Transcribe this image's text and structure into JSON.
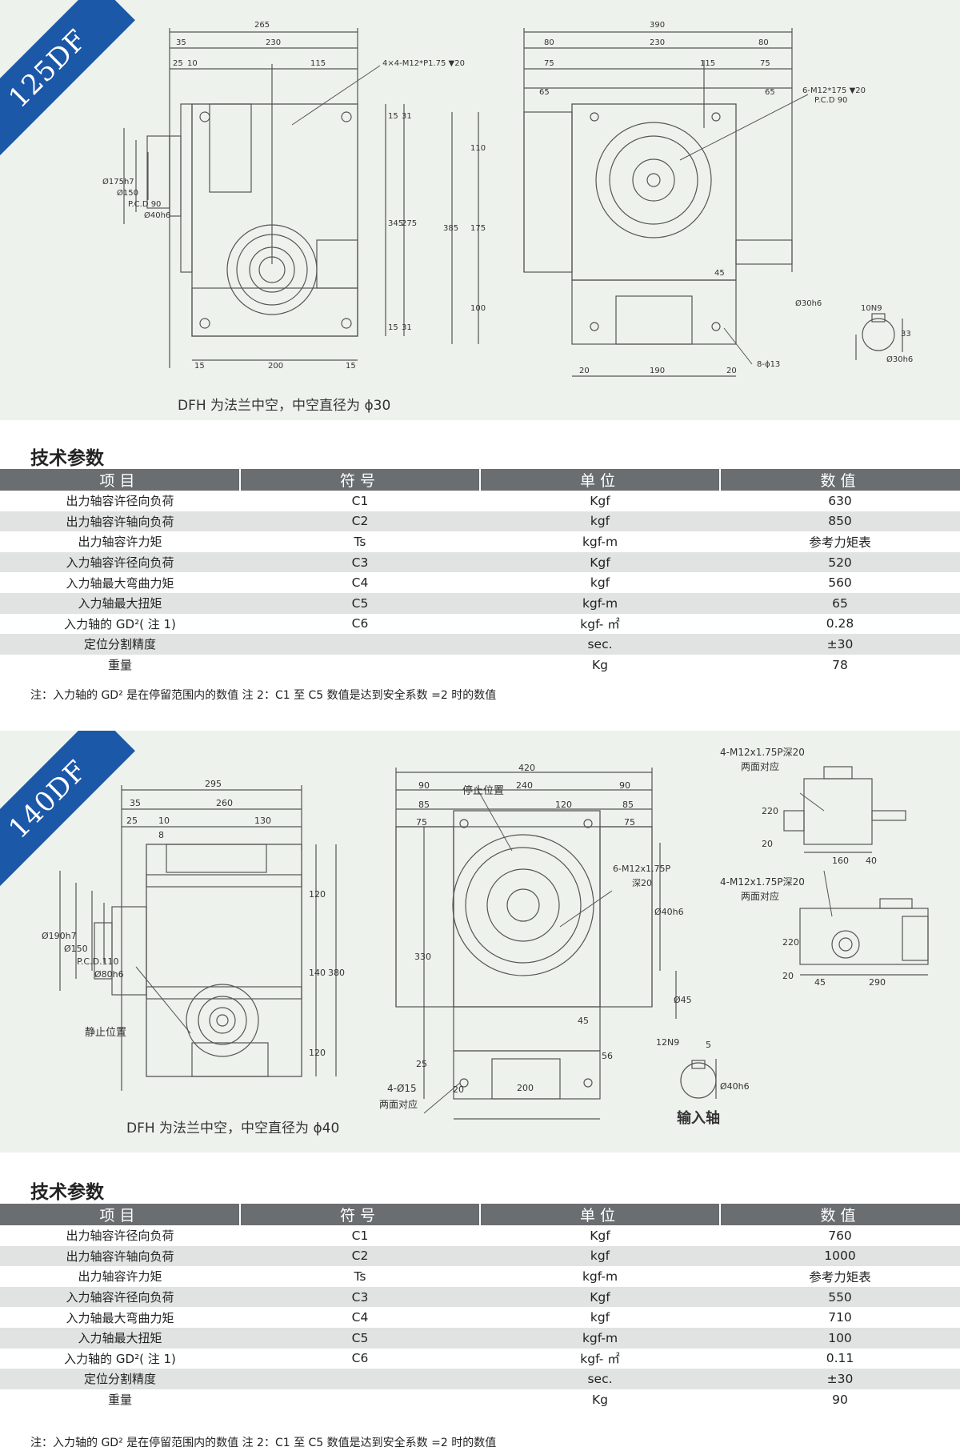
{
  "colors": {
    "ribbon": "#1c58a8",
    "drawing_bg": "#eef2ec",
    "table_header": "#6b6e70",
    "row_alt": "#e1e3e3",
    "line": "#555555"
  },
  "sections": [
    {
      "model": "125DF",
      "caption": "DFH 为法兰中空，中空直径为 ϕ30",
      "dims": {
        "a_top": "265",
        "a_mid": "230",
        "a_left": "35",
        "a_sm1": "25",
        "a_sm2": "10",
        "a_half": "115",
        "a_note": "4×4-M12*P1.75 ▼20",
        "a_h1": "345",
        "a_h2": "275",
        "a_r1": "15",
        "a_r2": "31",
        "a_d1": "Ø175h7",
        "a_d2": "Ø150",
        "a_d3": "P.C.D 90",
        "a_d4": "Ø40h6",
        "a_bot": "200",
        "a_b1": "15",
        "a_b2": "15",
        "b_top": "390",
        "b_mid": "230",
        "b_l": "80",
        "b_r": "80",
        "b_l2": "75",
        "b_r2": "75",
        "b_half": "115",
        "b_l3": "65",
        "b_r3": "65",
        "b_note1": "6-M12*175 ▼20",
        "b_note2": "P.C.D 90",
        "b_v1": "110",
        "b_v2": "175",
        "b_v3": "385",
        "b_v4": "100",
        "b_v5": "45",
        "b_v6": "Ø30h6",
        "b_bot": "190",
        "b_b1": "20",
        "b_b2": "20",
        "b_hole": "8-ϕ13",
        "c_1": "10N9",
        "c_2": "33",
        "c_3": "Ø30h6"
      },
      "heading": "技术参数",
      "columns": [
        "项目",
        "符号",
        "单位",
        "数值"
      ],
      "rows": [
        [
          "出力轴容许径向负荷",
          "C1",
          "Kgf",
          "630"
        ],
        [
          "出力轴容许轴向负荷",
          "C2",
          "kgf",
          "850"
        ],
        [
          "出力轴容许力矩",
          "Ts",
          "kgf-m",
          "参考力矩表"
        ],
        [
          "入力轴容许径向负荷",
          "C3",
          "Kgf",
          "520"
        ],
        [
          "入力轴最大弯曲力矩",
          "C4",
          "kgf",
          "560"
        ],
        [
          "入力轴最大扭矩",
          "C5",
          "kgf-m",
          "65"
        ],
        [
          "入力轴的 GD²( 注 1)",
          "C6",
          "kgf- ㎡",
          "0.28"
        ],
        [
          "定位分割精度",
          "",
          "sec.",
          "±30"
        ],
        [
          "重量",
          "",
          "Kg",
          "78"
        ]
      ],
      "note": "注：入力轴的 GD² 是在停留范围内的数值   注 2：C1 至 C5 数值是达到安全系数 =2 时的数值"
    },
    {
      "model": "140DF",
      "caption": "DFH 为法兰中空，中空直径为 ϕ40",
      "dims": {
        "a_top": "295",
        "a_mid": "260",
        "a_left": "35",
        "a_sm1": "25",
        "a_sm2": "10",
        "a_sm3": "8",
        "a_half": "130",
        "a_h1": "120",
        "a_h2": "140",
        "a_h3": "120",
        "a_h4": "380",
        "a_d1": "Ø190h7",
        "a_d2": "Ø150",
        "a_d3": "P.C.D.110",
        "a_d4": "Ø80h6",
        "a_stop": "静止位置",
        "b_top": "420",
        "b_l": "90",
        "b_mid": "240",
        "b_r": "90",
        "b_l2": "85",
        "b_half": "120",
        "b_r2": "85",
        "b_l3": "75",
        "b_r3": "75",
        "b_stop": "停止位置",
        "b_note1": "6-M12x1.75P",
        "b_note2": "深20",
        "b_v1": "330",
        "b_v2": "Ø40h6",
        "b_v3": "Ø45",
        "b_v4": "45",
        "b_v5": "56",
        "b_v6": "25",
        "b_hole": "4-Ø15",
        "b_hole2": "两面对应",
        "b_bot": "200",
        "b_b1": "20",
        "c_1": "12N9",
        "c_2": "5",
        "c_3": "Ø40h6",
        "c_label": "输入轴",
        "d_note1": "4-M12x1.75P深20",
        "d_note2": "两面对应",
        "d_v1": "220",
        "d_v2": "20",
        "d_h1": "160",
        "d_h2": "40",
        "e_note1": "4-M12x1.75P深20",
        "e_note2": "两面对应",
        "e_v1": "220",
        "e_v2": "20",
        "e_h1": "45",
        "e_h2": "290"
      },
      "heading": "技术参数",
      "columns": [
        "项目",
        "符号",
        "单位",
        "数值"
      ],
      "rows": [
        [
          "出力轴容许径向负荷",
          "C1",
          "Kgf",
          "760"
        ],
        [
          "出力轴容许轴向负荷",
          "C2",
          "kgf",
          "1000"
        ],
        [
          "出力轴容许力矩",
          "Ts",
          "kgf-m",
          "参考力矩表"
        ],
        [
          "入力轴容许径向负荷",
          "C3",
          "Kgf",
          "550"
        ],
        [
          "入力轴最大弯曲力矩",
          "C4",
          "kgf",
          "710"
        ],
        [
          "入力轴最大扭矩",
          "C5",
          "kgf-m",
          "100"
        ],
        [
          "入力轴的 GD²( 注 1)",
          "C6",
          "kgf- ㎡",
          "0.11"
        ],
        [
          "定位分割精度",
          "",
          "sec.",
          "±30"
        ],
        [
          "重量",
          "",
          "Kg",
          "90"
        ]
      ],
      "note": "注：入力轴的 GD² 是在停留范围内的数值   注 2：C1 至 C5 数值是达到安全系数 =2 时的数值"
    }
  ]
}
